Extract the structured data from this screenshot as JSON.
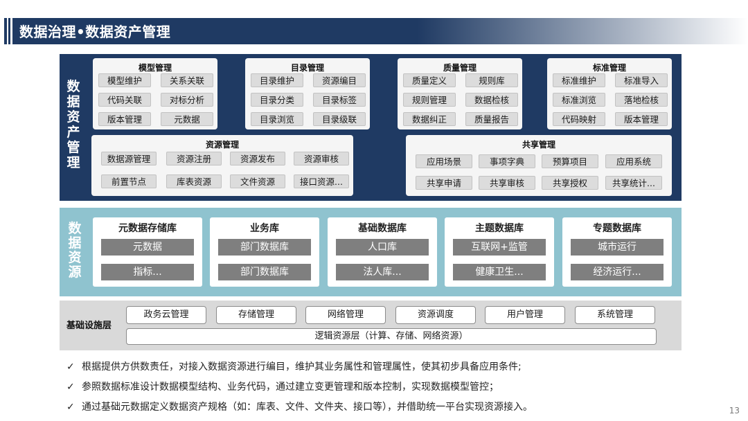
{
  "title": "数据治理•数据资产管理",
  "asset_mgmt": {
    "label": [
      "数",
      "据",
      "资",
      "产",
      "管",
      "理"
    ],
    "modules": [
      {
        "title": "模型管理",
        "items": [
          "模型维护",
          "关系关联",
          "代码关联",
          "对标分析",
          "版本管理",
          "元数据"
        ]
      },
      {
        "title": "目录管理",
        "items": [
          "目录维护",
          "资源编目",
          "目录分类",
          "目录标签",
          "目录浏览",
          "目录级联"
        ]
      },
      {
        "title": "质量管理",
        "items": [
          "质量定义",
          "规则库",
          "规则管理",
          "数据检核",
          "数据纠正",
          "质量报告"
        ]
      },
      {
        "title": "标准管理",
        "items": [
          "标准维护",
          "标准导入",
          "标准浏览",
          "落地检核",
          "代码映射",
          "版本管理"
        ]
      }
    ],
    "resource_mgmt": {
      "title": "资源管理",
      "items": [
        "数据源管理",
        "资源注册",
        "资源发布",
        "资源审核",
        "前置节点",
        "库表资源",
        "文件资源",
        "接口资源..."
      ]
    },
    "share_mgmt": {
      "title": "共享管理",
      "items": [
        "应用场景",
        "事项字典",
        "预算项目",
        "应用系统",
        "共享申请",
        "共享审核",
        "共享授权",
        "共享统计..."
      ]
    }
  },
  "data_resources": {
    "label": [
      "数",
      "据",
      "资",
      "源"
    ],
    "stores": [
      {
        "title": "元数据存储库",
        "items": [
          "元数据",
          "指标..."
        ]
      },
      {
        "title": "业务库",
        "items": [
          "部门数据库",
          "部门数据库"
        ]
      },
      {
        "title": "基础数据库",
        "items": [
          "人口库",
          "法人库..."
        ]
      },
      {
        "title": "主题数据库",
        "items": [
          "互联网+监管",
          "健康卫生..."
        ]
      },
      {
        "title": "专题数据库",
        "items": [
          "城市运行",
          "经济运行..."
        ]
      }
    ]
  },
  "infrastructure": {
    "label": "基础设施层",
    "items": [
      "政务云管理",
      "存储管理",
      "网络管理",
      "资源调度",
      "用户管理",
      "系统管理"
    ],
    "logical_layer": "逻辑资源层（计算、存储、网络资源）"
  },
  "bullets": [
    "根据提供方供数责任，对接入数据资源进行编目，维护其业务属性和管理属性，使其初步具备应用条件;",
    "参照数据标准设计数据模型结构、业务代码，通过建立变更管理和版本控制，实现数据模型管控；",
    "通过基础元数据定义数据资产规格（如：库表、文件、文件夹、接口等），并借助统一平台实现资源接入。"
  ],
  "check_mark": "✓",
  "page_number": "13",
  "colors": {
    "navy": "#1f3a63",
    "teal": "#8fc3cf",
    "gray_chip": "#7f7f7f",
    "infra_bg": "#d9d9d9"
  }
}
